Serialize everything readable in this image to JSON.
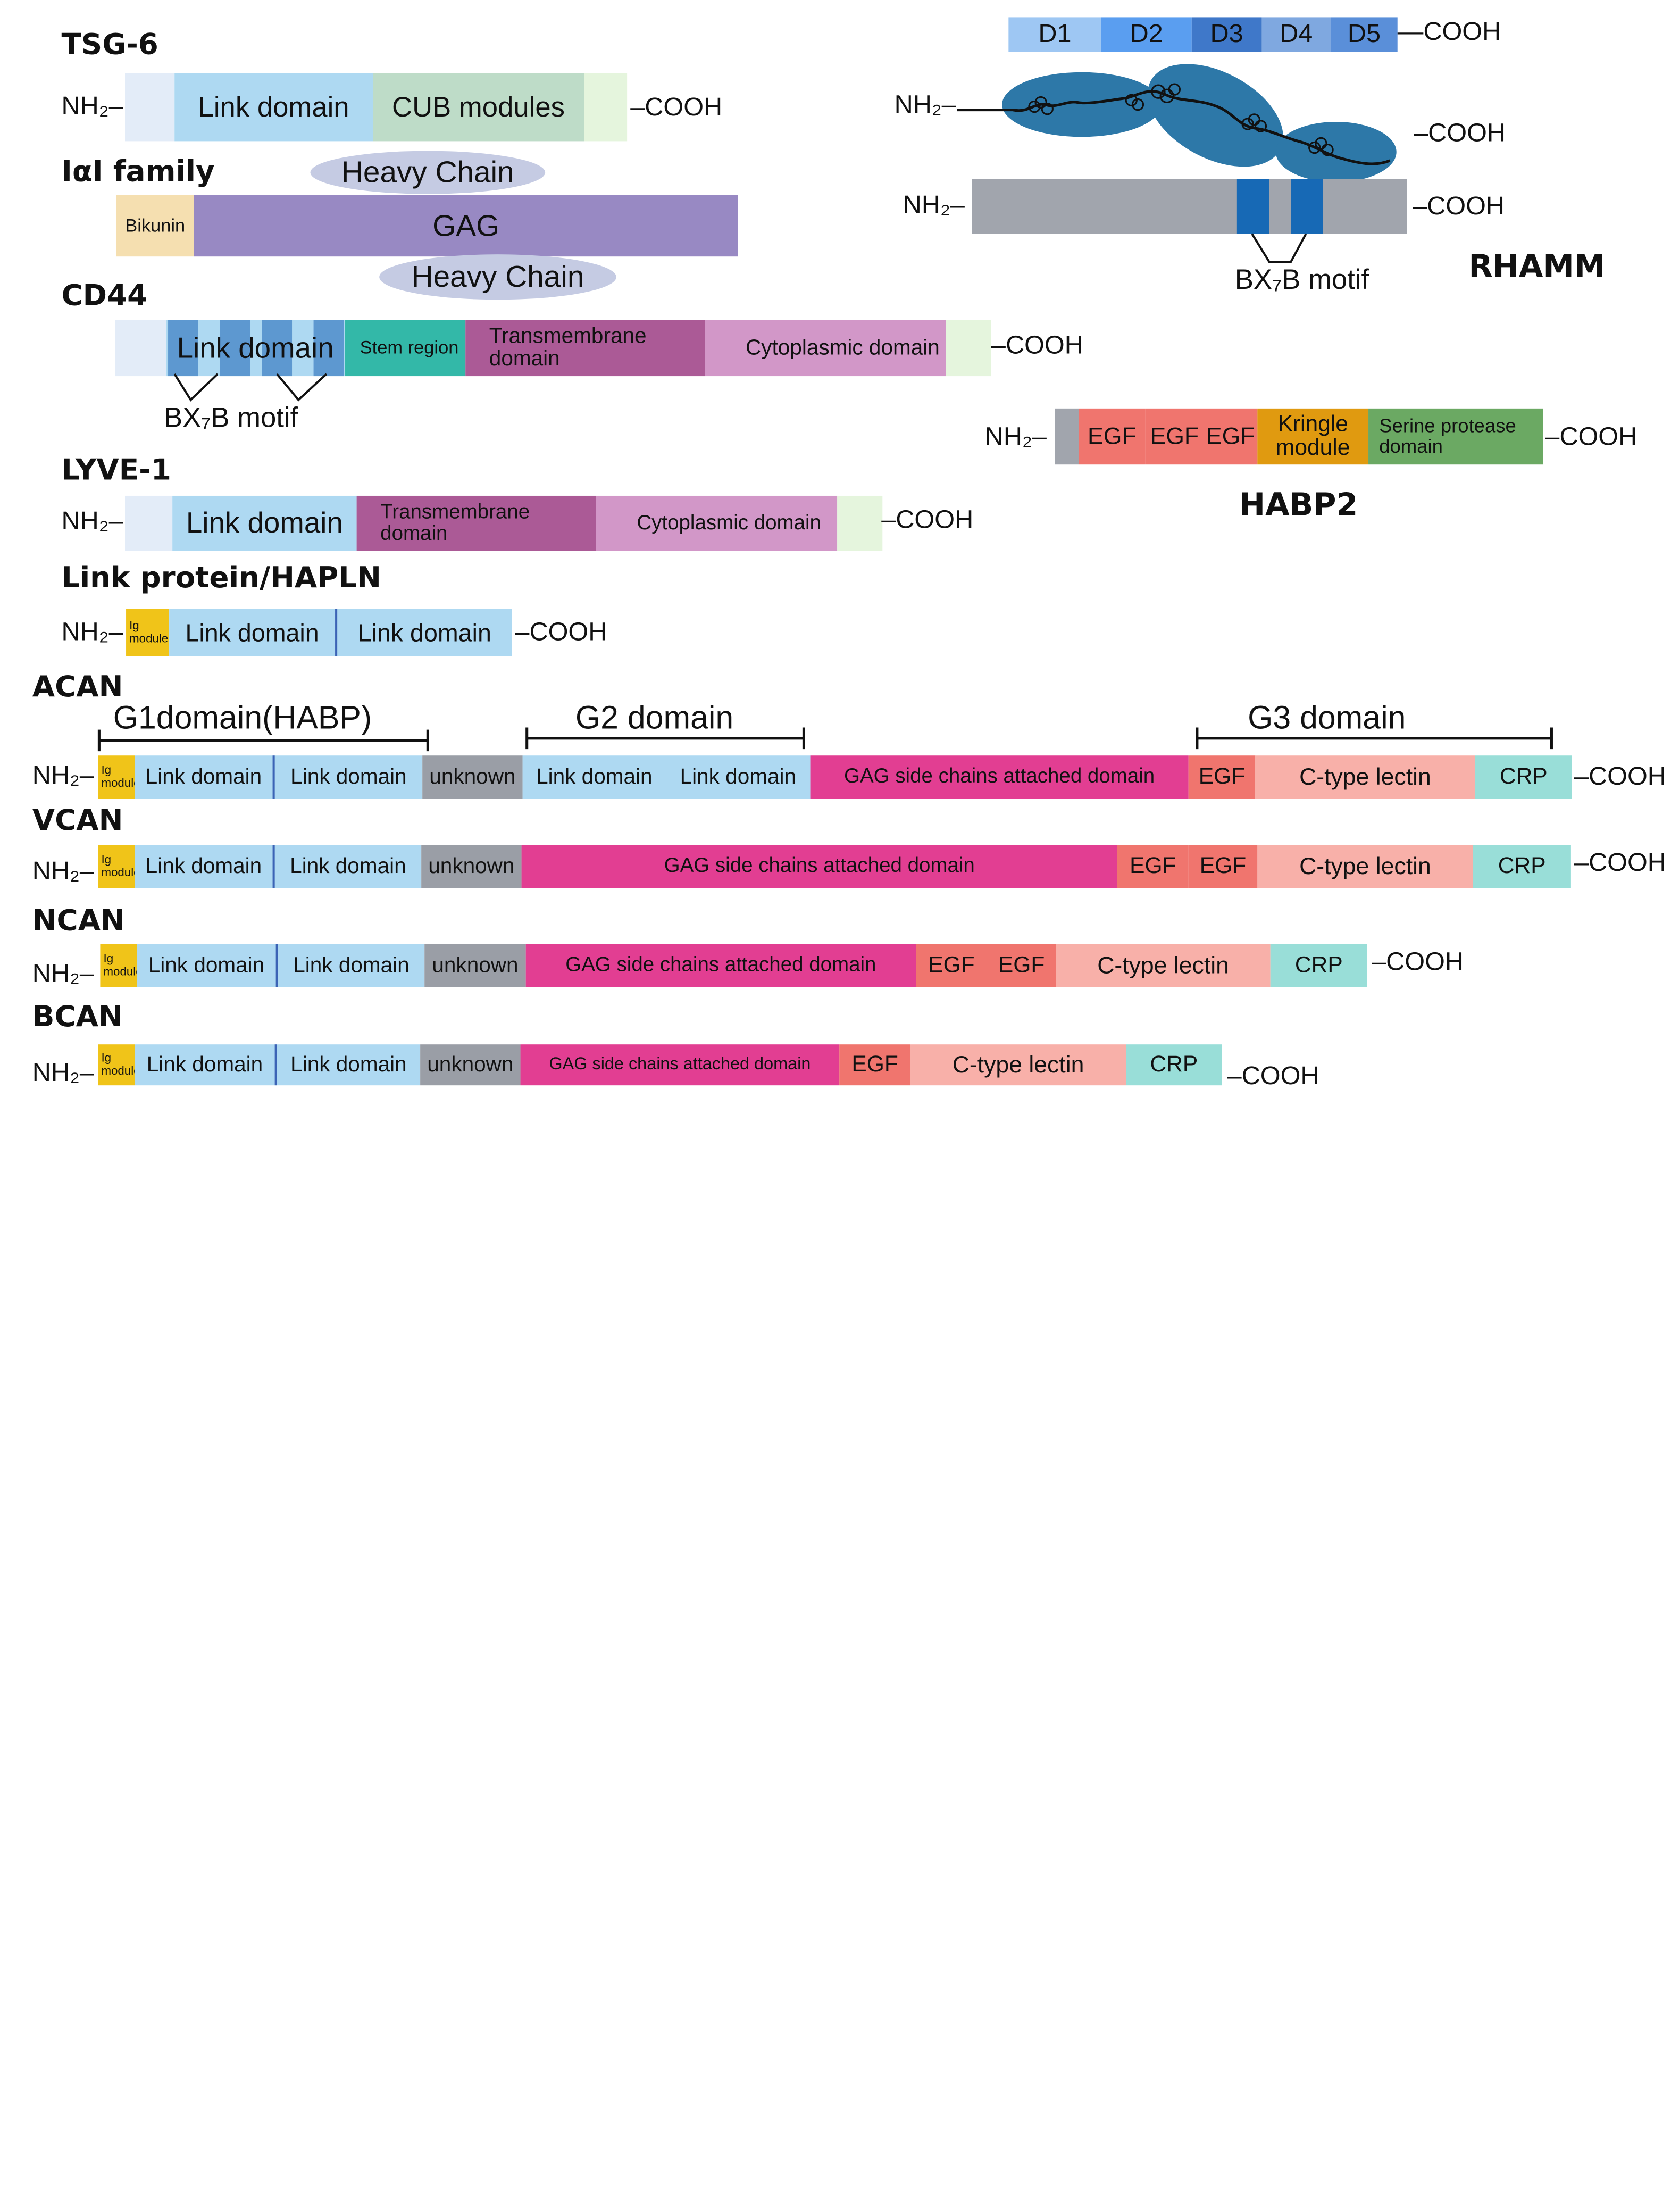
{
  "terminals": {
    "nh2": "NH₂",
    "cooh": "COOH"
  },
  "tsg6": {
    "title": "TSG-6",
    "link": "Link domain",
    "cub": "CUB modules"
  },
  "iai": {
    "title": "IαI family",
    "heavy_chain": "Heavy Chain",
    "bikunin": "Bikunin",
    "gag": "GAG"
  },
  "cd44": {
    "title": "CD44",
    "link": "Link domain",
    "stem": "Stem region",
    "tm": "Transmembrane domain",
    "cyto": "Cytoplasmic domain",
    "motif": "BX₇B motif"
  },
  "lyve1": {
    "title": "LYVE-1",
    "link": "Link domain",
    "tm": "Transmembrane domain",
    "cyto": "Cytoplasmic domain"
  },
  "hapln": {
    "title": "Link protein/HAPLN",
    "ig": "Ig module",
    "link": "Link domain"
  },
  "acan": {
    "title": "ACAN",
    "g1": "G1domain(HABP)",
    "g2": "G2 domain",
    "g3": "G3 domain"
  },
  "vcan": {
    "title": "VCAN"
  },
  "ncan": {
    "title": "NCAN"
  },
  "bcan": {
    "title": "BCAN"
  },
  "lectican": {
    "ig_top": "Ig",
    "ig_bottom": "module",
    "link": "Link domain",
    "unknown": "unknown",
    "gag": "GAG side chains attached domain",
    "egf": "EGF",
    "ctype": "C-type lectin",
    "crp": "CRP"
  },
  "rhamm": {
    "title": "RHAMM",
    "domains": [
      "D1",
      "D2",
      "D3",
      "D4",
      "D5"
    ],
    "motif": "BX₇B motif"
  },
  "habp2": {
    "title": "HABP2",
    "egf": "EGF",
    "kringle": "Kringle module",
    "serine": "Serine protease domain"
  },
  "colors": {
    "light_blue": "#aed9f2",
    "pale_blue": "#e3ecf8",
    "pale_green": "#e5f5dd",
    "sage": "#bedcc8",
    "bikunin": "#f5dfb0",
    "gag_purple": "#9889c3",
    "heavy_chain": "#c5cbe3",
    "link_dark": "#5d98d0",
    "teal": "#33b8a8",
    "tm_purple": "#ab5a96",
    "cyto_pink": "#d297c8",
    "ig_yellow": "#f0c419",
    "grey": "#9a9ea6",
    "magenta": "#e23e92",
    "egf_red": "#f0756e",
    "ctype_pink": "#f8b0a9",
    "crp_mint": "#99ded8",
    "kringle": "#e09a10",
    "serine": "#6ba963",
    "rhamm_grey": "#a1a5ad",
    "rhamm_blue": "#1769b5",
    "blob": "#2d78a8"
  }
}
